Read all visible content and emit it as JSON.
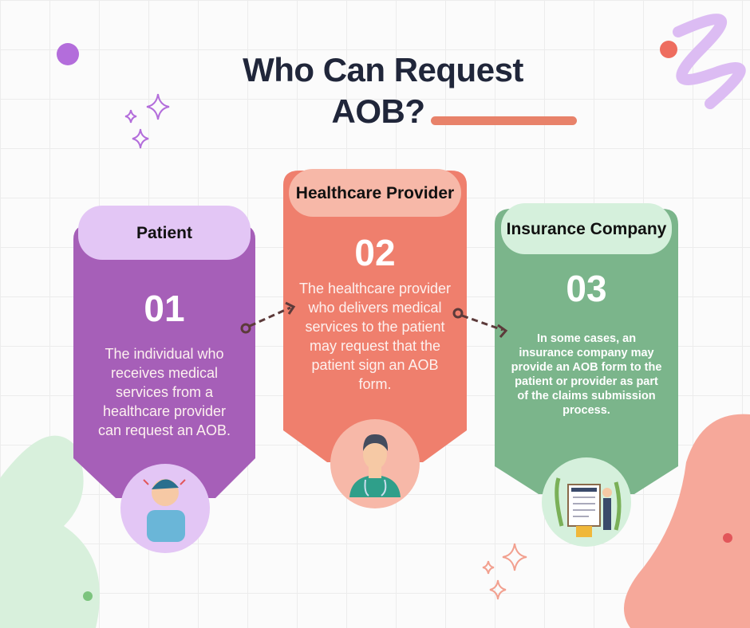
{
  "title": {
    "line1": "Who Can Request",
    "line2": "AOB?"
  },
  "colors": {
    "purple": "#a65fb8",
    "coral": "#ef7f6d",
    "green": "#7bb58b",
    "title": "#20263a",
    "accent": "#e8826a"
  },
  "cards": [
    {
      "label": "Patient",
      "number": "01",
      "description": "The individual who receives medical services from a healthcare provider can request an AOB.",
      "icon": "sick-patient-icon"
    },
    {
      "label": "Healthcare Provider",
      "number": "02",
      "description": "The healthcare provider who delivers medical services to the patient may request that the patient sign an AOB form.",
      "icon": "doctor-icon"
    },
    {
      "label": "Insurance Company",
      "number": "03",
      "description": "In some cases, an insurance company may provide an AOB form to the patient or provider as part of the claims submission process.",
      "icon": "insurance-policy-icon"
    }
  ]
}
